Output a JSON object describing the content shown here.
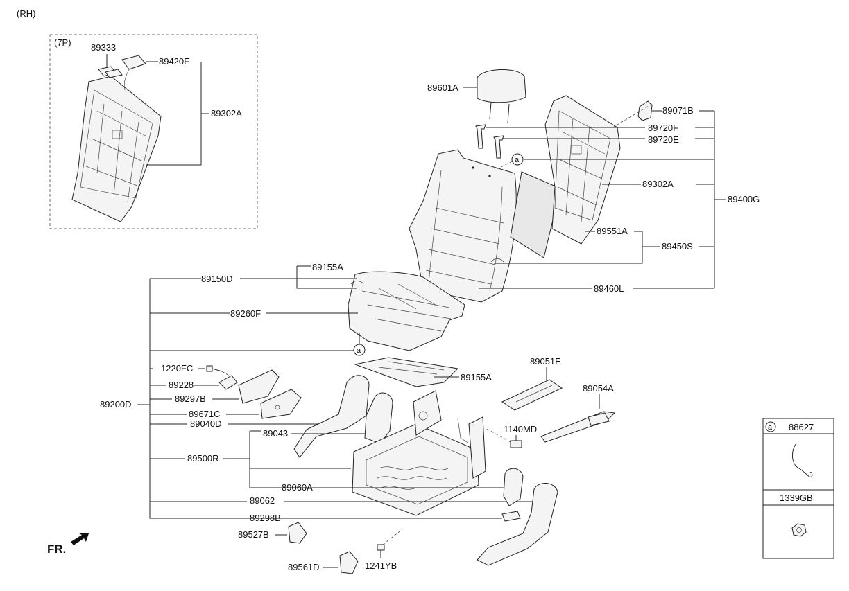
{
  "header": {
    "side": "(RH)",
    "inset_label": "(7P)"
  },
  "direction": {
    "label": "FR."
  },
  "callout": {
    "circle": "a"
  },
  "parts": {
    "p89333": "89333",
    "p89420F": "89420F",
    "p89302A_inset": "89302A",
    "p89601A": "89601A",
    "p89071B": "89071B",
    "p89720F": "89720F",
    "p89720E": "89720E",
    "p89302A": "89302A",
    "p89400G": "89400G",
    "p89551A": "89551A",
    "p89450S": "89450S",
    "p89460L": "89460L",
    "p89155A_top": "89155A",
    "p89150D": "89150D",
    "p89260F": "89260F",
    "p1220FC": "1220FC",
    "p89155A": "89155A",
    "p89051E": "89051E",
    "p89054A": "89054A",
    "p89228": "89228",
    "p89297B": "89297B",
    "p89200D": "89200D",
    "p89671C": "89671C",
    "p89040D": "89040D",
    "p89043": "89043",
    "p1140MD": "1140MD",
    "p89500R": "89500R",
    "p89060A": "89060A",
    "p89062": "89062",
    "p89298B": "89298B",
    "p89527B": "89527B",
    "p89561D": "89561D",
    "p1241YB": "1241YB"
  },
  "legend": {
    "row1_code": "88627",
    "row2_code": "1339GB"
  }
}
